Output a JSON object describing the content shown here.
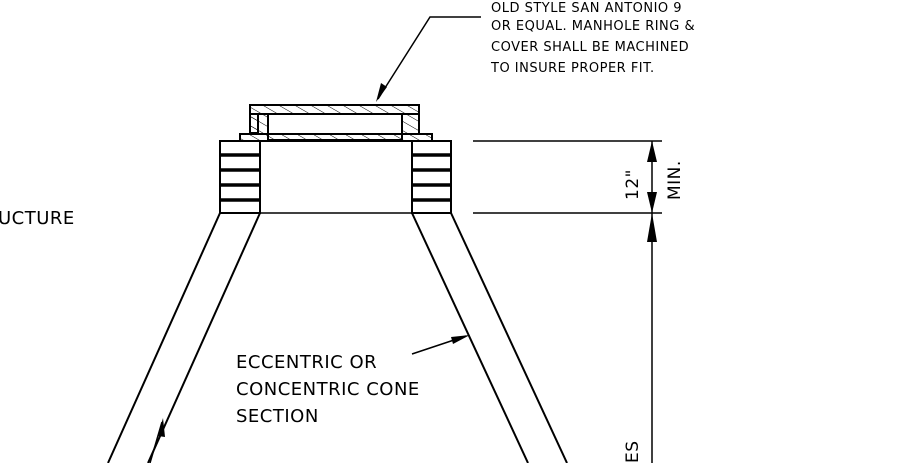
{
  "notes": {
    "ring_cover": [
      "OLD STYLE SAN ANTONIO 9",
      "OR EQUAL. MANHOLE RING &",
      "COVER SHALL BE MACHINED",
      "TO INSURE PROPER FIT."
    ],
    "left_partial": "UCTURE",
    "cone_section": [
      "ECCENTRIC OR",
      "CONCENTRIC CONE",
      "SECTION"
    ]
  },
  "dimensions": {
    "adjust_height": "12\"",
    "adjust_min": "MIN.",
    "right_partial": "ES"
  }
}
